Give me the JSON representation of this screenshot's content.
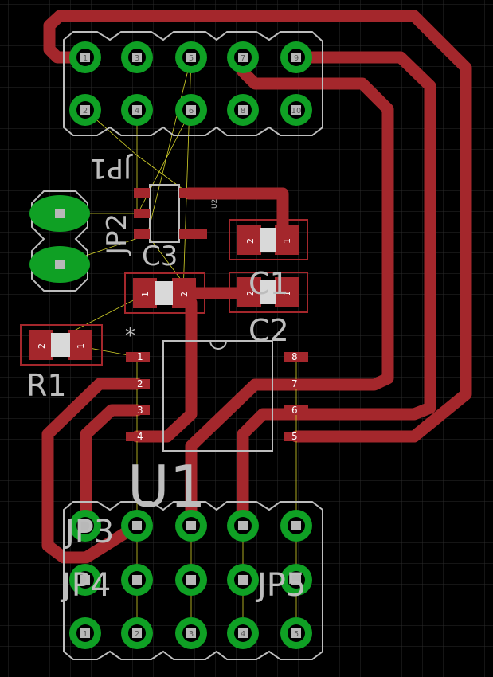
{
  "colors": {
    "background": "#000000",
    "grid": "#2a2a2a",
    "trace": "#a4272c",
    "via_ring": "#0fa024",
    "via_center": "#b8b8b8",
    "silkscreen": "#bdbdbd",
    "airwire": "#d6d42a",
    "smd_pad": "#a4272c"
  },
  "labels": {
    "jp1": "JP1",
    "jp2": "JP2",
    "jp3": "JP3",
    "jp4": "JP4",
    "jp5": "JP5",
    "c1": "C1",
    "c2": "C2",
    "c3": "C3",
    "r1": "R1",
    "u1": "U1",
    "u2": "U2",
    "star": "*"
  },
  "pins": {
    "jp1_top": [
      "1",
      "3",
      "5",
      "7",
      "9"
    ],
    "jp1_bottom": [
      "2",
      "4",
      "6",
      "8",
      "10"
    ],
    "u1_left": [
      "1",
      "2",
      "3",
      "4"
    ],
    "u1_right": [
      "8",
      "7",
      "6",
      "5"
    ],
    "jp_bottom_row": [
      "1",
      "2",
      "3",
      "4",
      "5"
    ],
    "passive": [
      "1",
      "2"
    ]
  }
}
